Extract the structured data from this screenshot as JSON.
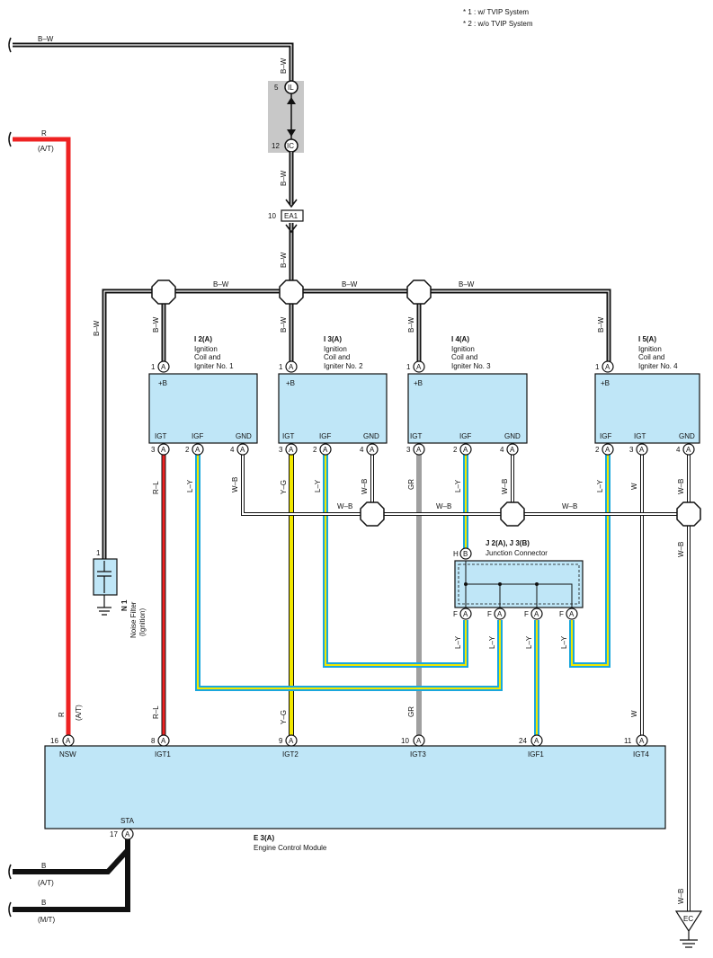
{
  "notes": {
    "n1": "* 1 : w/ TVIP System",
    "n2": "* 2 : w/o TVIP System"
  },
  "wires": {
    "bw": "B–W",
    "r": "R",
    "at": "(A/T)",
    "mt": "(M/T)",
    "b": "B",
    "rl": "R–L",
    "yg": "Y–G",
    "gr": "GR",
    "ly": "L–Y",
    "wb": "W–B",
    "w": "W"
  },
  "connectors": {
    "il_pin": "5",
    "il": "IL",
    "ic_pin": "12",
    "ic": "IC",
    "ea1_pin": "10",
    "ea1": "EA1",
    "ec": "EC"
  },
  "coils": [
    {
      "id": "I 2(A)",
      "l1": "Ignition",
      "l2": "Coil and",
      "l3": "Igniter No. 1"
    },
    {
      "id": "I 3(A)",
      "l1": "Ignition",
      "l2": "Coil and",
      "l3": "Igniter No. 2"
    },
    {
      "id": "I 4(A)",
      "l1": "Ignition",
      "l2": "Coil and",
      "l3": "Igniter No. 3"
    },
    {
      "id": "I 5(A)",
      "l1": "Ignition",
      "l2": "Coil and",
      "l3": "Igniter No. 4"
    }
  ],
  "pins": {
    "plusb": "+B",
    "igt": "IGT",
    "igf": "IGF",
    "gnd": "GND",
    "a": "A",
    "b": "B",
    "f": "F",
    "h": "H",
    "n1": "1",
    "n2": "2",
    "n3": "3",
    "n4": "4"
  },
  "junction": {
    "id": "J 2(A), J 3(B)",
    "name": "Junction Connector"
  },
  "noise_filter": {
    "id": "N 1",
    "name": "Noise Filter",
    "sub": "(Ignition)",
    "pin": "1"
  },
  "ecm": {
    "id": "E 3(A)",
    "name": "Engine Control Module",
    "pins": [
      {
        "num": "16",
        "name": "NSW"
      },
      {
        "num": "8",
        "name": "IGT1"
      },
      {
        "num": "9",
        "name": "IGT2"
      },
      {
        "num": "10",
        "name": "IGT3"
      },
      {
        "num": "24",
        "name": "IGF1"
      },
      {
        "num": "11",
        "name": "IGT4"
      },
      {
        "num": "17",
        "name": "STA"
      }
    ]
  },
  "colors": {
    "black": "#111111",
    "red": "#ee2222",
    "yellow": "#f2e800",
    "blue": "#1aa7dd",
    "gray": "#a0a0a0",
    "component_fill": "#bfe6f7",
    "connector_shade": "#c8c8c8"
  }
}
